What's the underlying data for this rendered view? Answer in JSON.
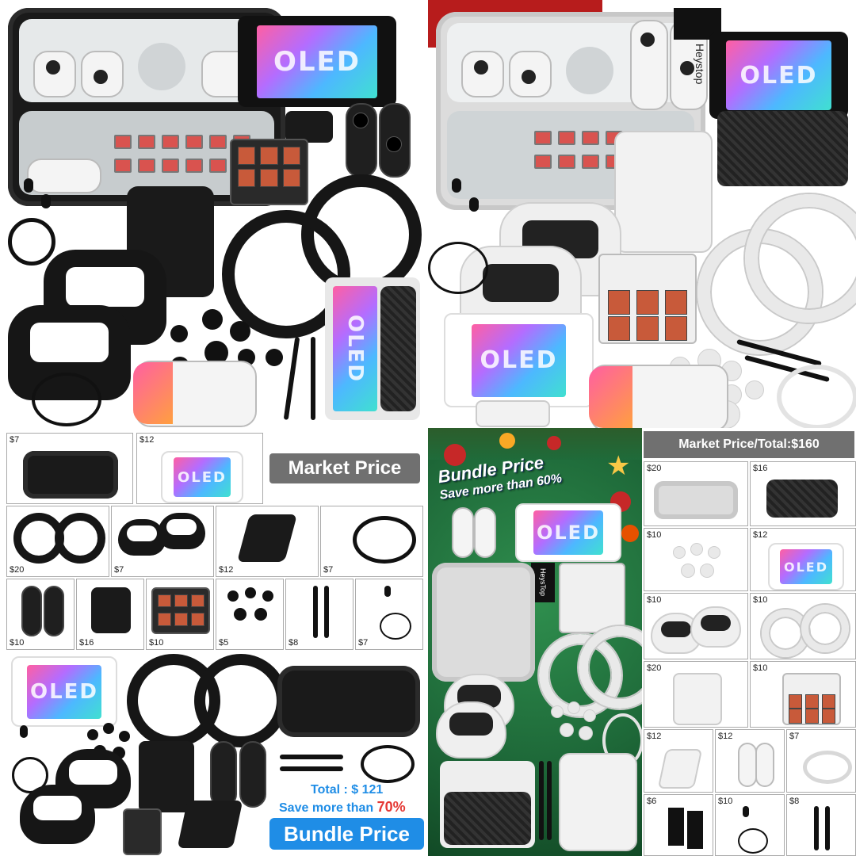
{
  "colors": {
    "accent_blue": "#1f8de6",
    "highlight_red": "#e53935",
    "badge_gray": "#707070",
    "xmas_green": "#1f6b3a",
    "xmas_red": "#b71c1c"
  },
  "quadrant_tl": {
    "oled_main": "OLED",
    "oled_cover": "OLED"
  },
  "quadrant_tr": {
    "oled_main": "OLED",
    "oled_stand": "OLED",
    "brand_tag": "Heystop"
  },
  "quadrant_bl": {
    "market_price_label": "Market Price",
    "items": [
      {
        "price": "$7",
        "icon": "carry-case-icon"
      },
      {
        "price": "$12",
        "icon": "screen-protector-icon"
      },
      {
        "price": "$20",
        "icon": "steering-wheel-icon"
      },
      {
        "price": "$7",
        "icon": "grip-icon"
      },
      {
        "price": "$12",
        "icon": "stand-icon"
      },
      {
        "price": "$7",
        "icon": "cable-icon"
      },
      {
        "price": "$10",
        "icon": "joycon-cover-icon"
      },
      {
        "price": "$16",
        "icon": "charging-dock-icon"
      },
      {
        "price": "$10",
        "icon": "game-case-icon"
      },
      {
        "price": "$5",
        "icon": "thumb-cap-icon"
      },
      {
        "price": "$8",
        "icon": "stylus-icon"
      },
      {
        "price": "$7",
        "icon": "earphone-icon"
      }
    ],
    "oled_label": "OLED",
    "oled_protector_label": "OLED",
    "total_text": "Total : $ 121",
    "save_text_prefix": "Save more than ",
    "save_percent": "70%",
    "bundle_price_label": "Bundle Price"
  },
  "quadrant_br": {
    "bundle_title": "Bundle Price",
    "save_line": "Save more than 60%",
    "oled_label": "OLED",
    "brand_tag": "HeysTop",
    "market_total": "Market Price/Total:$160",
    "items": [
      {
        "price": "$20",
        "icon": "carry-case-icon"
      },
      {
        "price": "$16",
        "icon": "carbon-cover-icon"
      },
      {
        "price": "$10",
        "icon": "thumb-cap-icon"
      },
      {
        "price": "$12",
        "icon": "screen-protector-icon"
      },
      {
        "price": "$10",
        "icon": "grip-icon"
      },
      {
        "price": "$10",
        "icon": "steering-wheel-icon"
      },
      {
        "price": "$20",
        "icon": "charging-dock-icon"
      },
      {
        "price": "$10",
        "icon": "game-case-icon"
      },
      {
        "price": "$12",
        "icon": "stand-icon"
      },
      {
        "price": "$12",
        "icon": "joycon-cover-icon"
      },
      {
        "price": "$7",
        "icon": "cable-icon"
      },
      {
        "price": "$6",
        "icon": "cleaning-cloth-icon"
      },
      {
        "price": "$10",
        "icon": "earphone-icon"
      },
      {
        "price": "$8",
        "icon": "stylus-icon"
      }
    ],
    "oled_protector": "OLED"
  }
}
